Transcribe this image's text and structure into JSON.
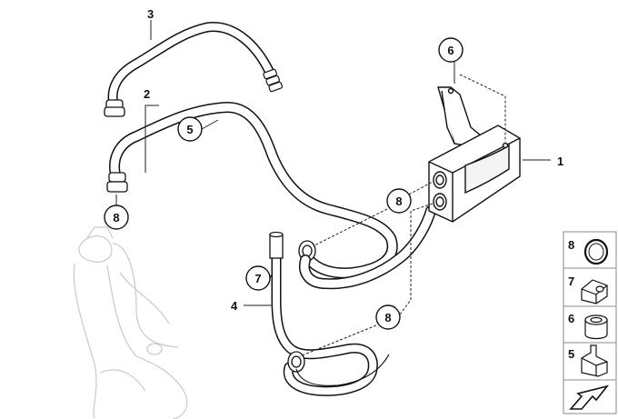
{
  "diagram": {
    "part_labels": {
      "p1": "1",
      "p2": "2",
      "p3": "3",
      "p4": "4"
    },
    "callouts": {
      "c5": "5",
      "c6": "6",
      "c7": "7",
      "c8_top": "8",
      "c8_left": "8",
      "c8_bottom": "8"
    },
    "legend": {
      "items": [
        "8",
        "7",
        "6",
        "5"
      ]
    },
    "icons": [
      "orientation-arrow-icon",
      "o-ring-icon",
      "clip-icon",
      "cap-icon",
      "bracket-clip-icon"
    ]
  }
}
